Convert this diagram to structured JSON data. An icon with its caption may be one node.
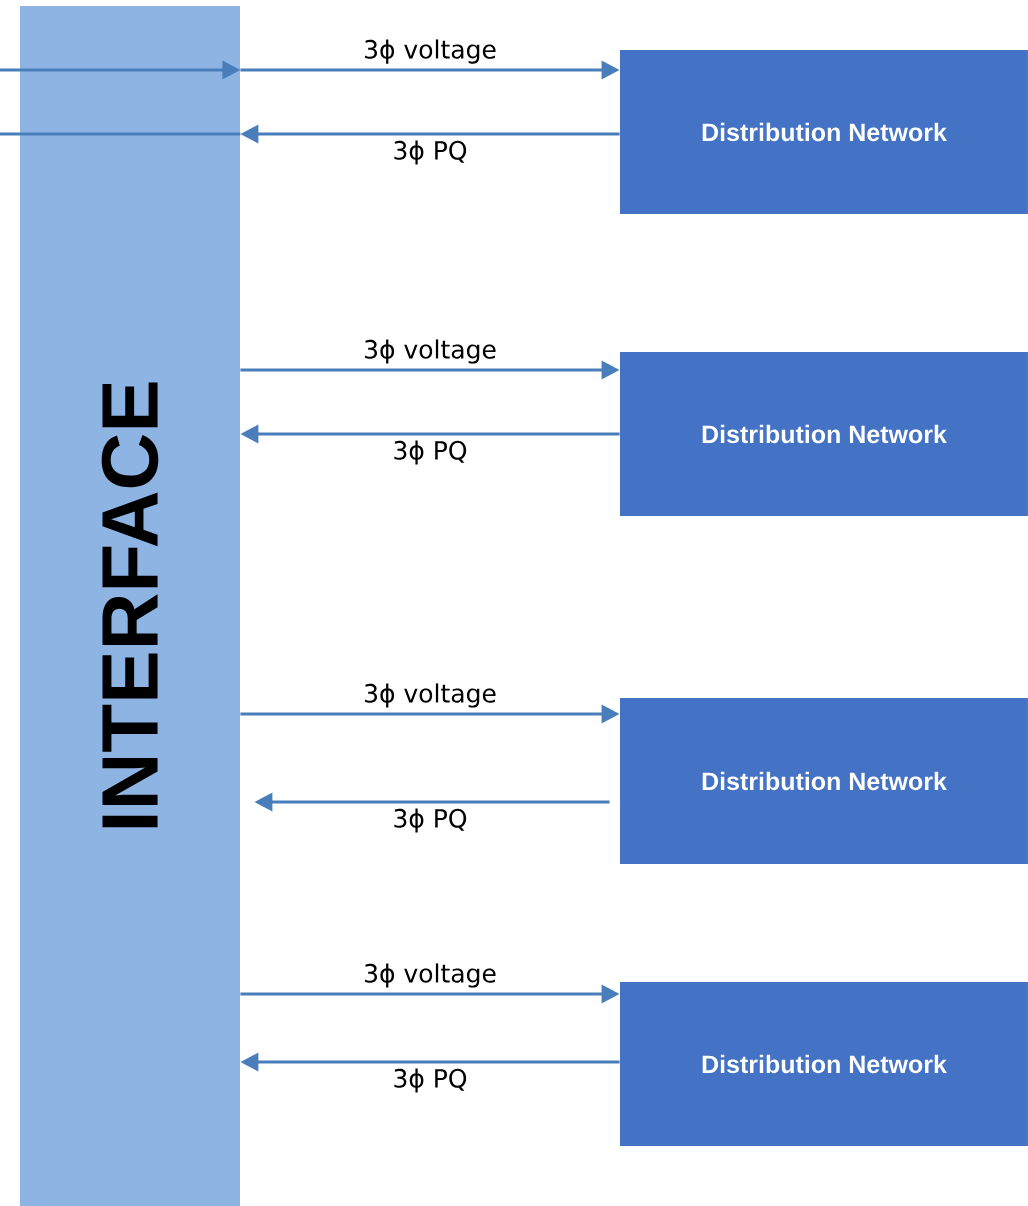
{
  "diagram": {
    "nodes": [
      {
        "text": [
          "INTERFACE"
        ]
      },
      {
        "text": [
          "Distribution Network"
        ]
      },
      {
        "text": [
          "Distribution Network"
        ]
      },
      {
        "text": [
          "Distribution Network"
        ]
      },
      {
        "text": [
          "Distribution Network"
        ]
      }
    ],
    "edges": [
      {
        "from": null,
        "to": 0,
        "arrow": "to"
      },
      {
        "from": 0,
        "to": null,
        "arrow": "none"
      },
      {
        "from": 0,
        "to": 1,
        "arrow": "to",
        "label": "3ɸ voltage"
      },
      {
        "from": 1,
        "to": 0,
        "arrow": "to",
        "label": "3ɸ PQ"
      },
      {
        "from": 0,
        "to": 2,
        "arrow": "to",
        "label": "3ɸ voltage"
      },
      {
        "from": 2,
        "to": 0,
        "arrow": "to",
        "label": "3ɸ PQ"
      },
      {
        "from": 0,
        "to": 3,
        "arrow": "to",
        "label": "3ɸ voltage"
      },
      {
        "from": 3,
        "to": 0,
        "arrow": "to",
        "label": "3ɸ PQ"
      },
      {
        "from": 0,
        "to": 4,
        "arrow": "to",
        "label": "3ɸ voltage"
      },
      {
        "from": 4,
        "to": 0,
        "arrow": "to",
        "label": "3ɸ PQ"
      }
    ]
  }
}
